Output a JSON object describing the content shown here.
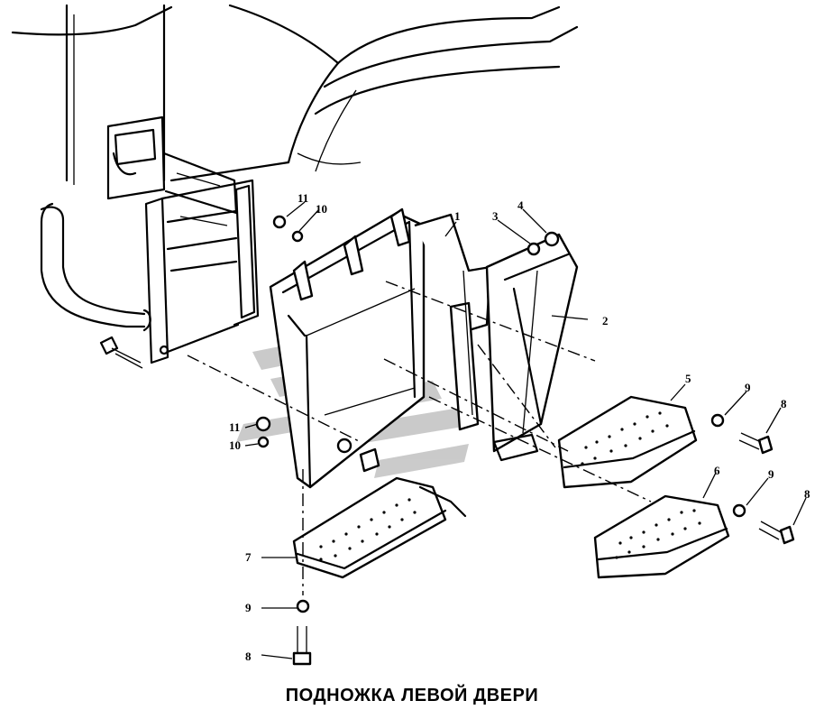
{
  "caption": "ПОДНОЖКА ЛЕВОЙ ДВЕРИ",
  "colors": {
    "line": "#000000",
    "watermark": "#b9b9b9",
    "background": "#ffffff"
  },
  "callouts": [
    {
      "id": "1",
      "text": "1"
    },
    {
      "id": "2",
      "text": "2"
    },
    {
      "id": "3",
      "text": "3"
    },
    {
      "id": "4",
      "text": "4"
    },
    {
      "id": "5",
      "text": "5"
    },
    {
      "id": "6",
      "text": "6"
    },
    {
      "id": "7",
      "text": "7"
    },
    {
      "id": "8a",
      "text": "8"
    },
    {
      "id": "8b",
      "text": "8"
    },
    {
      "id": "8c",
      "text": "8"
    },
    {
      "id": "9a",
      "text": "9"
    },
    {
      "id": "9b",
      "text": "9"
    },
    {
      "id": "9c",
      "text": "9"
    },
    {
      "id": "10a",
      "text": "10"
    },
    {
      "id": "10b",
      "text": "10"
    },
    {
      "id": "11a",
      "text": "11"
    },
    {
      "id": "11b",
      "text": "11"
    }
  ]
}
